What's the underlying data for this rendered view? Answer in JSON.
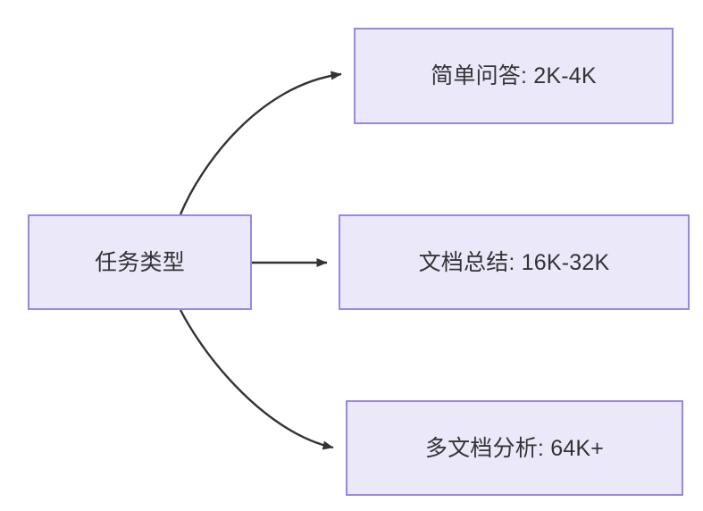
{
  "diagram": {
    "type": "flowchart",
    "direction": "left-to-right",
    "background_color": "#ffffff",
    "node_fill_color": "#ebe8fa",
    "node_border_color": "#9d86e0",
    "node_text_color": "#333333",
    "edge_color": "#333333",
    "root": {
      "id": "root",
      "label": "任务类型"
    },
    "branches": [
      {
        "id": "simple-qa",
        "label": "简单问答: 2K-4K",
        "edge_style": "curved"
      },
      {
        "id": "doc-summary",
        "label": "文档总结: 16K-32K",
        "edge_style": "straight"
      },
      {
        "id": "multidoc-analysis",
        "label": "多文档分析: 64K+",
        "edge_style": "curved"
      }
    ]
  }
}
